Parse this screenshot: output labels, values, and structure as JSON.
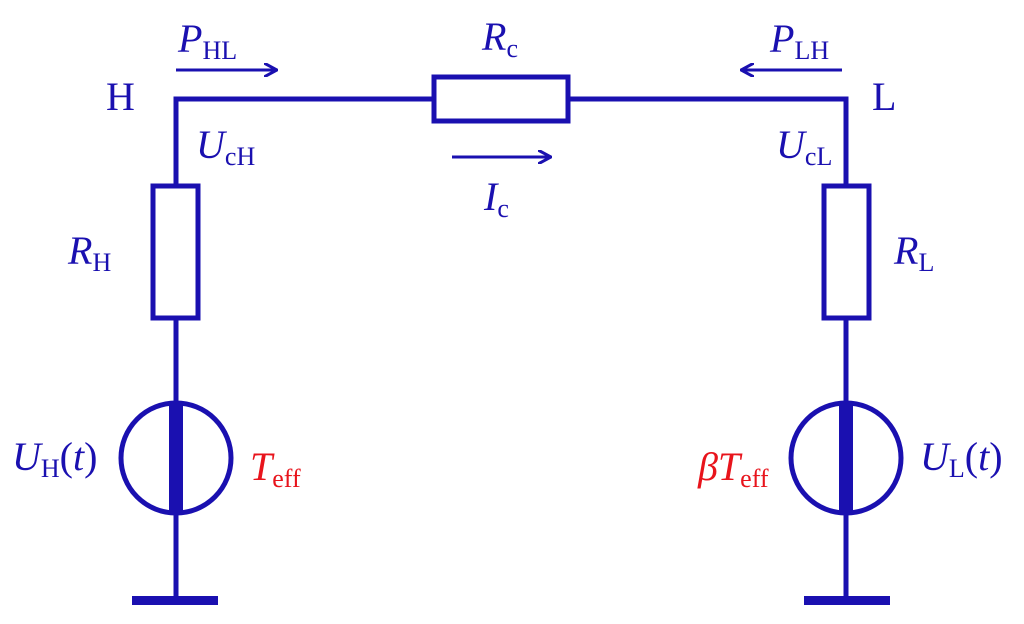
{
  "colors": {
    "circuit": "#1a10b0",
    "accent": "#e8141c",
    "background": "#ffffff"
  },
  "labels": {
    "node_h": "H",
    "node_l": "L",
    "p_hl": {
      "main": "P",
      "sub": "HL"
    },
    "p_lh": {
      "main": "P",
      "sub": "LH"
    },
    "r_c": {
      "main": "R",
      "sub": "c"
    },
    "u_ch": {
      "main": "U",
      "sub_italic": "c",
      "sub": "H"
    },
    "u_cl": {
      "main": "U",
      "sub_italic": "c",
      "sub": "L"
    },
    "i_c": {
      "main": "I",
      "sub": "c"
    },
    "r_h": {
      "main": "R",
      "sub": "H"
    },
    "r_l": {
      "main": "R",
      "sub": "L"
    },
    "u_h_t": {
      "main": "U",
      "sub": "H",
      "open": "(",
      "var": "t",
      "close": ")"
    },
    "u_l_t": {
      "main": "U",
      "sub": "L",
      "open": "(",
      "var": "t",
      "close": ")"
    },
    "t_eff": {
      "main": "T",
      "sub": "eff"
    },
    "beta_t_eff": {
      "beta": "β",
      "main": "T",
      "sub": "eff"
    }
  }
}
